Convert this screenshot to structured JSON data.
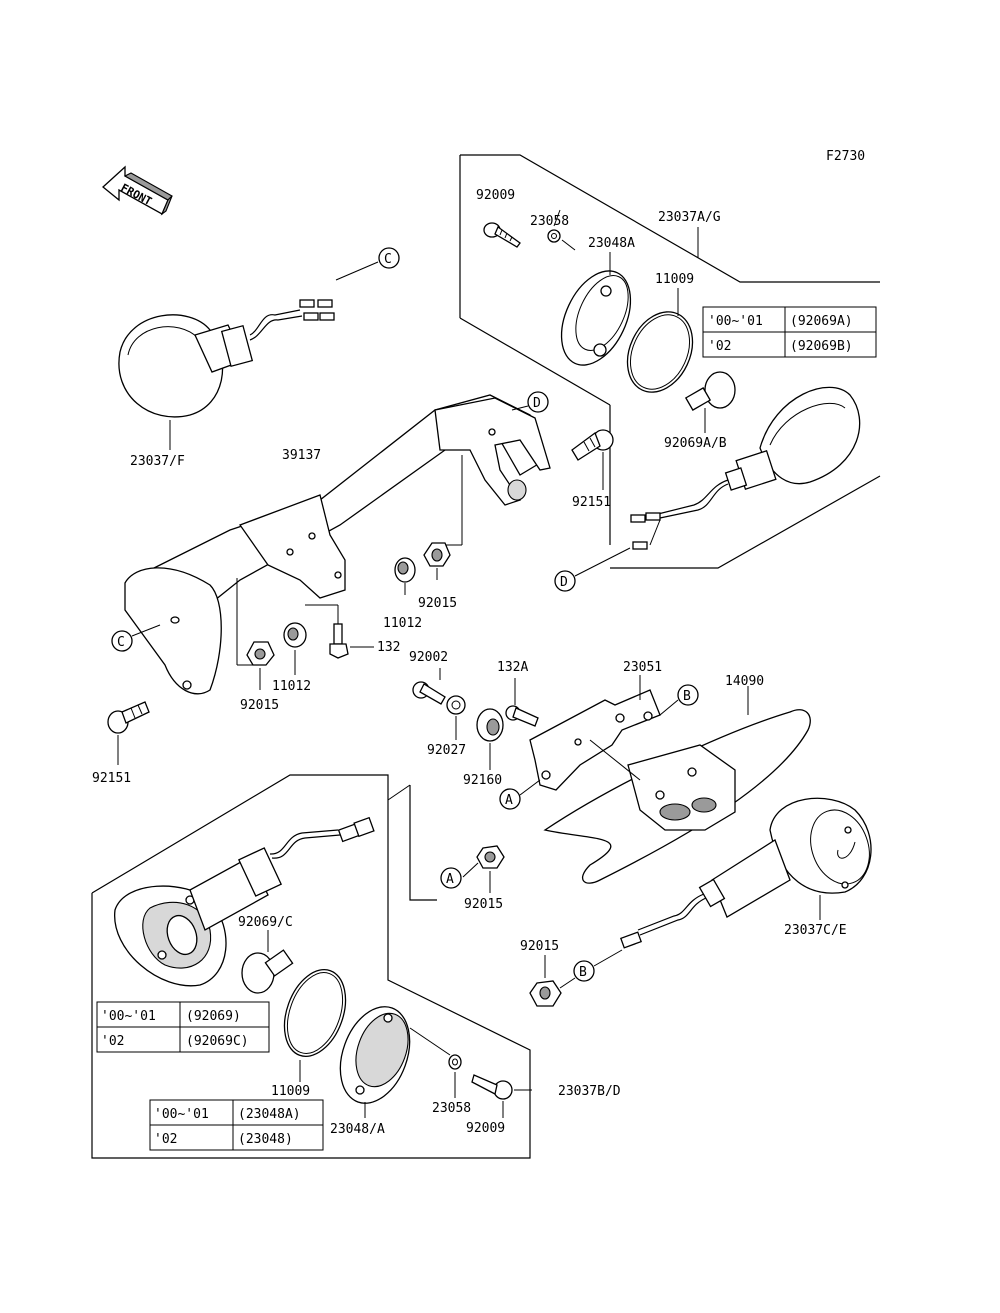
{
  "figure_code": "F2730",
  "front_arrow": "FRONT",
  "callouts": {
    "c_top": "C",
    "d_top": "D",
    "d_bottom": "D",
    "c_left": "C",
    "b_bracket": "B",
    "a_bracket": "A",
    "a_lower": "A",
    "b_lower": "B"
  },
  "labels": {
    "l_92009_top": "92009",
    "l_23058_top": "23058",
    "l_23037ag": "23037A/G",
    "l_23048a": "23048A",
    "l_11009_top": "11009",
    "l_92069ab": "92069A/B",
    "l_23037f": "23037/F",
    "l_39137": "39137",
    "l_92151_right": "92151",
    "l_11012_mid": "11012",
    "l_92015_mid": "92015",
    "l_132": "132",
    "l_11012_left": "11012",
    "l_92015_left": "92015",
    "l_92151_left": "92151",
    "l_92002": "92002",
    "l_132a": "132A",
    "l_23051": "23051",
    "l_14090": "14090",
    "l_92027": "92027",
    "l_92160": "92160",
    "l_92015_center": "92015",
    "l_92069c": "92069/C",
    "l_23037ce": "23037C/E",
    "l_92015_lower": "92015",
    "l_11009_bottom": "11009",
    "l_23048_a": "23048/A",
    "l_23058_bottom": "23058",
    "l_92009_bottom": "92009",
    "l_23037bd": "23037B/D"
  },
  "tables": {
    "top": [
      {
        "year": "'00~'01",
        "part": "(92069A)"
      },
      {
        "year": "'02",
        "part": "(92069B)"
      }
    ],
    "mid": [
      {
        "year": "'00~'01",
        "part": "(92069)"
      },
      {
        "year": "'02",
        "part": "(92069C)"
      }
    ],
    "bottom": [
      {
        "year": "'00~'01",
        "part": "(23048A)"
      },
      {
        "year": "'02",
        "part": "(23048)"
      }
    ]
  }
}
